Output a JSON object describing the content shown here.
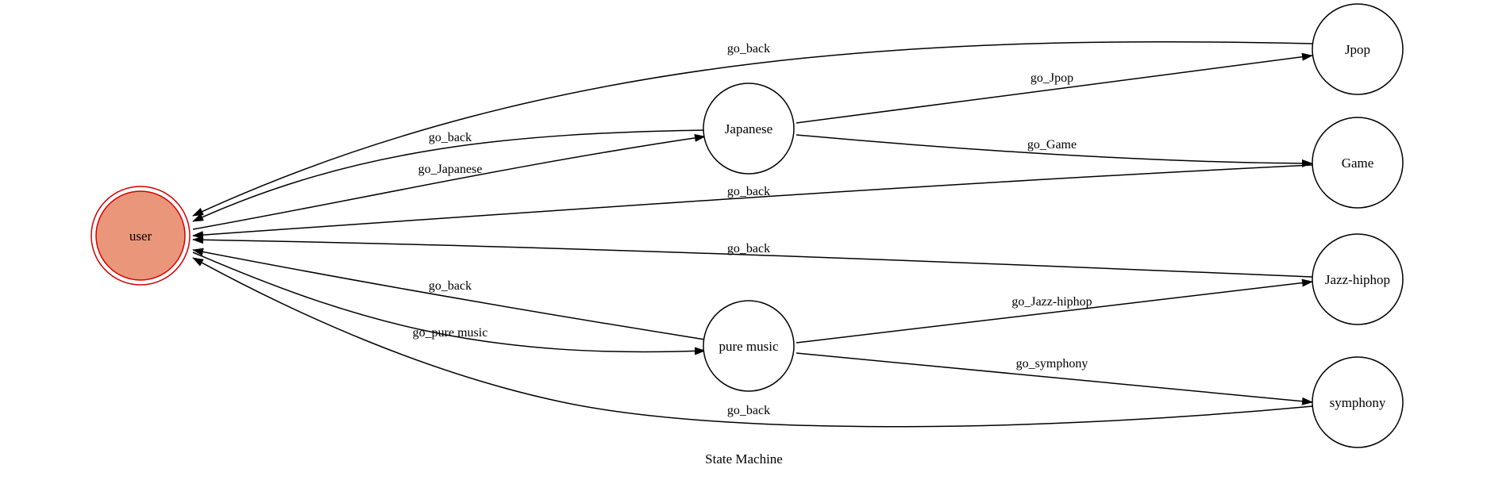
{
  "diagram": {
    "title": "State Machine",
    "nodes": [
      {
        "id": "user",
        "label": "user",
        "initial": true,
        "fill": "#E9967A",
        "stroke": "#D40000"
      },
      {
        "id": "japanese",
        "label": "Japanese"
      },
      {
        "id": "pure_music",
        "label": "pure music"
      },
      {
        "id": "jpop",
        "label": "Jpop"
      },
      {
        "id": "game",
        "label": "Game"
      },
      {
        "id": "jazz_hiphop",
        "label": "Jazz-hiphop"
      },
      {
        "id": "symphony",
        "label": "symphony"
      }
    ],
    "edges": [
      {
        "from": "user",
        "to": "japanese",
        "label": "go_Japanese"
      },
      {
        "from": "user",
        "to": "pure_music",
        "label": "go_pure music"
      },
      {
        "from": "japanese",
        "to": "user",
        "label": "go_back"
      },
      {
        "from": "japanese",
        "to": "jpop",
        "label": "go_Jpop"
      },
      {
        "from": "japanese",
        "to": "game",
        "label": "go_Game"
      },
      {
        "from": "pure_music",
        "to": "user",
        "label": "go_back"
      },
      {
        "from": "pure_music",
        "to": "jazz_hiphop",
        "label": "go_Jazz-hiphop"
      },
      {
        "from": "pure_music",
        "to": "symphony",
        "label": "go_symphony"
      },
      {
        "from": "jpop",
        "to": "user",
        "label": "go_back"
      },
      {
        "from": "game",
        "to": "user",
        "label": "go_back"
      },
      {
        "from": "jazz_hiphop",
        "to": "user",
        "label": "go_back"
      },
      {
        "from": "symphony",
        "to": "user",
        "label": "go_back"
      }
    ]
  }
}
